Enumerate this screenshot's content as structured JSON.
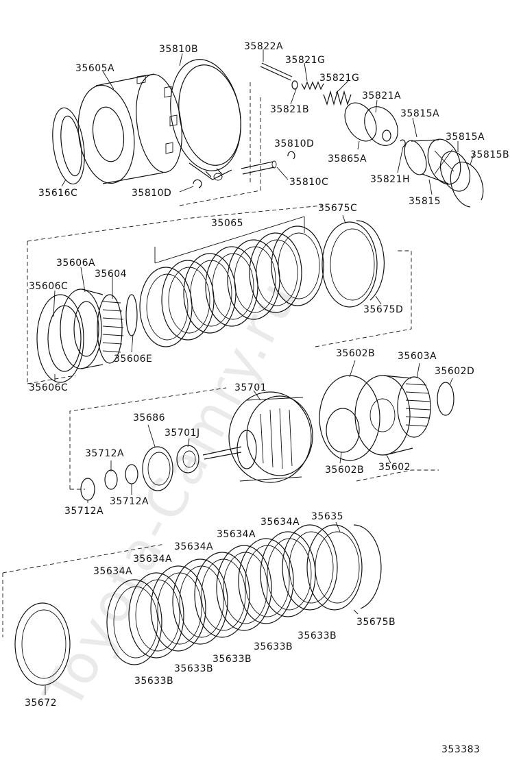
{
  "watermark": "Toyota-Camry.ru",
  "diagram_id": "353383",
  "labels": {
    "l35605A": "35605A",
    "l35810B": "35810B",
    "l35822A": "35822A",
    "l35821G_1": "35821G",
    "l35821G_2": "35821G",
    "l35821A": "35821A",
    "l35821B": "35821B",
    "l35815A_1": "35815A",
    "l35815A_2": "35815A",
    "l35815B": "35815B",
    "l35810D_1": "35810D",
    "l35810D_2": "35810D",
    "l35810C": "35810C",
    "l35865A": "35865A",
    "l35821H": "35821H",
    "l35815": "35815",
    "l35616C": "35616C",
    "l35065": "35065",
    "l35675C": "35675C",
    "l35675D": "35675D",
    "l35606A": "35606A",
    "l35604": "35604",
    "l35606C_1": "35606C",
    "l35606C_2": "35606C",
    "l35606E": "35606E",
    "l35602B_1": "35602B",
    "l35602B_2": "35602B",
    "l35603A": "35603A",
    "l35602D": "35602D",
    "l35701": "35701",
    "l35686": "35686",
    "l35701J": "35701J",
    "l35712A_1": "35712A",
    "l35712A_2": "35712A",
    "l35712A_3": "35712A",
    "l35602": "35602",
    "l35635": "35635",
    "l35634A_1": "35634A",
    "l35634A_2": "35634A",
    "l35634A_3": "35634A",
    "l35634A_4": "35634A",
    "l35634A_5": "35634A",
    "l35633B_1": "35633B",
    "l35633B_2": "35633B",
    "l35633B_3": "35633B",
    "l35633B_4": "35633B",
    "l35633B_5": "35633B",
    "l35675B": "35675B",
    "l35672": "35672"
  }
}
